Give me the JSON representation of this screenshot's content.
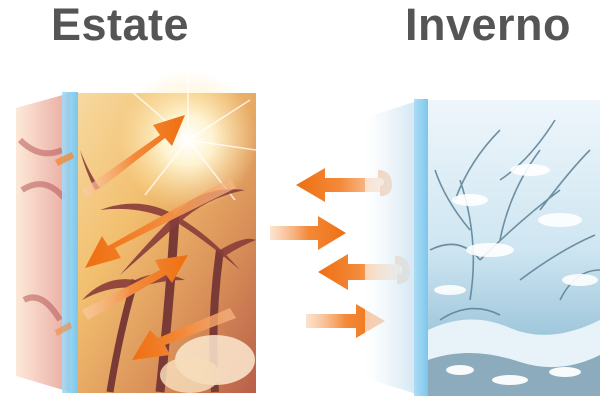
{
  "headings": {
    "summer": "Estate",
    "winter": "Inverno"
  },
  "colors": {
    "heading": "#555555",
    "arrow_orange": "#f0761c",
    "glass_blue": "#8fcdf0",
    "summer_warm": "#f4c27a",
    "winter_ice": "#cfe6f2"
  },
  "icons": {
    "summer_scene": "sun-palm-trees-photo",
    "winter_scene": "snowy-trees-photo",
    "arrows": "heat-flow-arrows"
  }
}
